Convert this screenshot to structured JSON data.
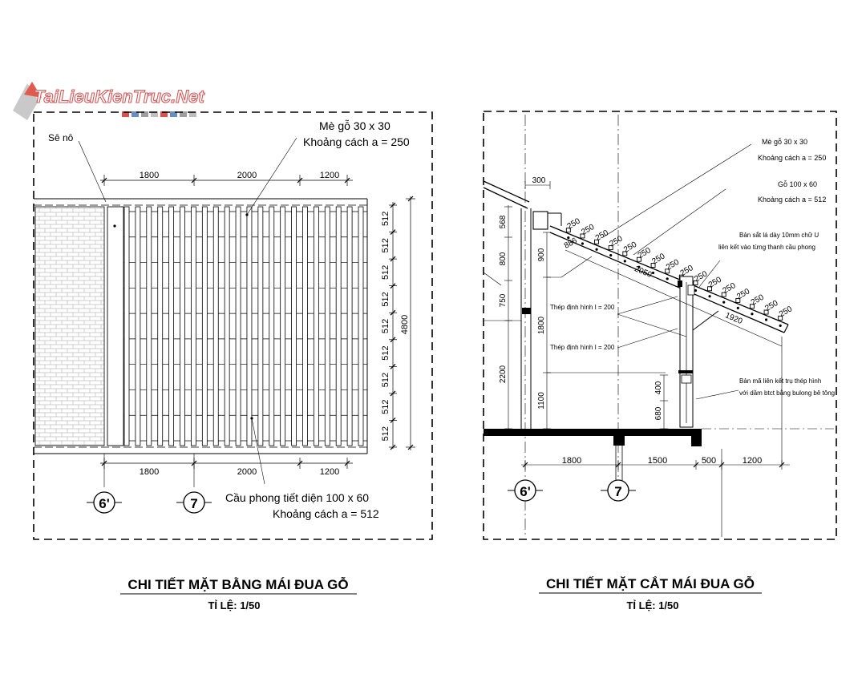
{
  "logo": {
    "text": "TaiLieuKienTruc.Net",
    "stripe_colors": [
      "#d9534f",
      "#6c8ebf",
      "#9e9e9e",
      "#c0c0c0",
      "#d9534f",
      "#6c8ebf",
      "#9e9e9e",
      "#bdbdbd"
    ]
  },
  "plan": {
    "title": "CHI TIẾT MẶT BẰNG MÁI ĐUA GỖ",
    "scale": "TỈ LỆ: 1/50",
    "label_gutter": "Sê nô",
    "label_batten_1": "Mè gỗ 30 x 30",
    "label_batten_2": "Khoảng cách a = 250",
    "label_rafter_1": "Cầu phong tiết diện 100 x 60",
    "label_rafter_2": "Khoảng cách a = 512",
    "top_dims": [
      "1800",
      "2000",
      "1200"
    ],
    "bottom_dims": [
      "1800",
      "2000",
      "1200"
    ],
    "right_dims": [
      "512",
      "512",
      "512",
      "512",
      "512",
      "512",
      "512",
      "512",
      "512"
    ],
    "total_dim": "4800",
    "axis_a": "6'",
    "axis_b": "7"
  },
  "section": {
    "title": "CHI TIẾT MẶT CẮT MÁI ĐUA GỖ",
    "scale": "TỈ LỆ: 1/50",
    "label_batten_1": "Mè gỗ 30 x 30",
    "label_batten_2": "Khoảng cách a = 250",
    "label_timber_1": "Gỗ 100 x 60",
    "label_timber_2": "Khoảng cách a = 512",
    "label_strap_1": "Bản sắt lá dày 10mm chữ U",
    "label_strap_2": "liên kết vào từng thanh cầu phong",
    "label_steel_1": "Thép định hình I = 200",
    "label_steel_2": "Thép định hình I = 200",
    "label_plate_1": "Bản mã liên kết trụ thép hình",
    "label_plate_2": "với dầm btct bằng bulong bê tông",
    "top_dim": "300",
    "left_dims": [
      "568",
      "800",
      "750",
      "2200"
    ],
    "inner_dims": [
      "900",
      "1800",
      "1100"
    ],
    "post_dims": [
      "400",
      "680"
    ],
    "slope_dims": [
      "886",
      "2050",
      "1920"
    ],
    "batten_dims": [
      "250",
      "250",
      "250",
      "250",
      "250",
      "250",
      "250",
      "250",
      "250",
      "250",
      "250",
      "250",
      "250",
      "250",
      "250",
      "250"
    ],
    "bottom_dims": [
      "1800",
      "1500",
      "500",
      "1200"
    ],
    "axis_a": "6'",
    "axis_b": "7"
  }
}
